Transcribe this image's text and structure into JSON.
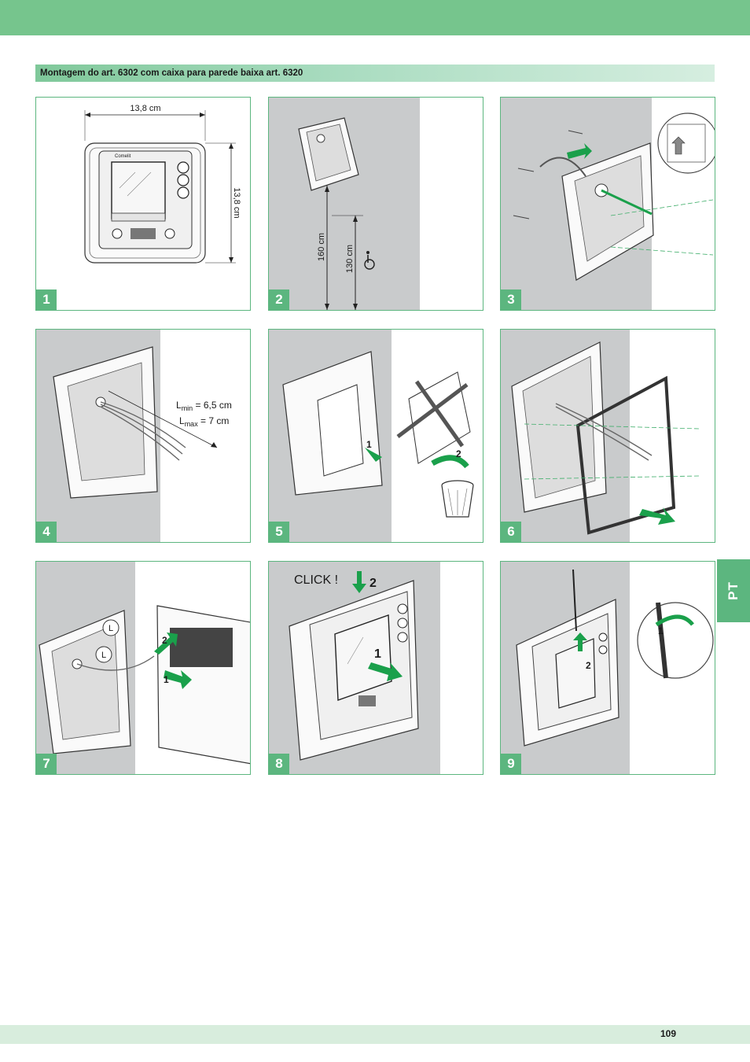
{
  "section_title": "Montagem do art. 6302 com caixa para parede baixa art. 6320",
  "language_tab": "PT",
  "page_number": "109",
  "colors": {
    "accent_green": "#5cb67f",
    "band_green": "#76c58d",
    "footer_green": "#d8eddd",
    "grey_wall": "#c9cbcc"
  },
  "steps": [
    {
      "number": "1",
      "width_label": "13,8 cm",
      "height_label": "13,8 cm",
      "brand": "Comelit"
    },
    {
      "number": "2",
      "height_high_label": "160 cm",
      "height_low_label": "130 cm",
      "icon": "wheelchair-icon"
    },
    {
      "number": "3"
    },
    {
      "number": "4",
      "lmin_label": "L",
      "lmin_sub": "min",
      "lmin_value": " = 6,5 cm",
      "lmax_label": "L",
      "lmax_sub": "max",
      "lmax_value": " = 7 cm"
    },
    {
      "number": "5",
      "mark_1": "1",
      "mark_2": "2",
      "icon": "wastebasket-icon"
    },
    {
      "number": "6"
    },
    {
      "number": "7",
      "mark_1": "1",
      "mark_2": "2",
      "wire_label_1": "L",
      "wire_label_2": "L"
    },
    {
      "number": "8",
      "click_label": "CLICK !",
      "mark_1": "1",
      "mark_2": "2"
    },
    {
      "number": "9",
      "mark_1": "1",
      "mark_2": "2"
    }
  ]
}
